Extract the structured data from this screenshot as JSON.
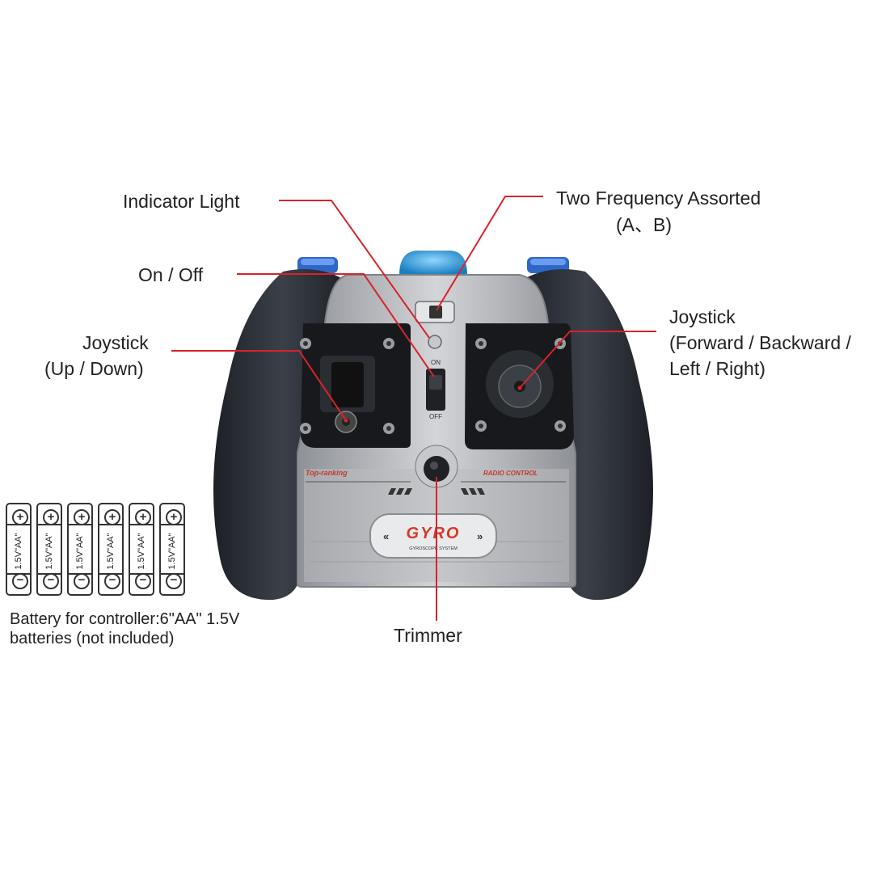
{
  "labels": {
    "indicator_light": "Indicator Light",
    "two_frequency_line1": "Two Frequency Assorted",
    "two_frequency_line2": "(A、B)",
    "on_off": "On / Off",
    "joystick_left_line1": "Joystick",
    "joystick_left_line2": "(Up / Down)",
    "joystick_right_line1": "Joystick",
    "joystick_right_line2": "(Forward / Backward /",
    "joystick_right_line3": "Left / Right)",
    "trimmer": "Trimmer"
  },
  "controller": {
    "brand_logo": "GYRO",
    "brand_sub": "GYROSCOPE SYSTEM",
    "left_deco_text": "Top-ranking",
    "right_deco_text": "RADIO CONTROL",
    "switch_on": "ON",
    "switch_off": "OFF"
  },
  "batteries": {
    "count": 6,
    "cell_text": "1.5V\"AA\"",
    "plus_symbol": "+",
    "minus_symbol": "−",
    "caption_line1": "Battery for controller:6\"AA\" 1.5V",
    "caption_line2": "batteries (not included)"
  },
  "colors": {
    "leader_line": "#d8232a",
    "grip": "#2b2f36",
    "body": "#a9acb0",
    "accent_blue": "#2f67c8",
    "antenna_blue": "#2c9fd8",
    "logo_red": "#d23a2a"
  }
}
